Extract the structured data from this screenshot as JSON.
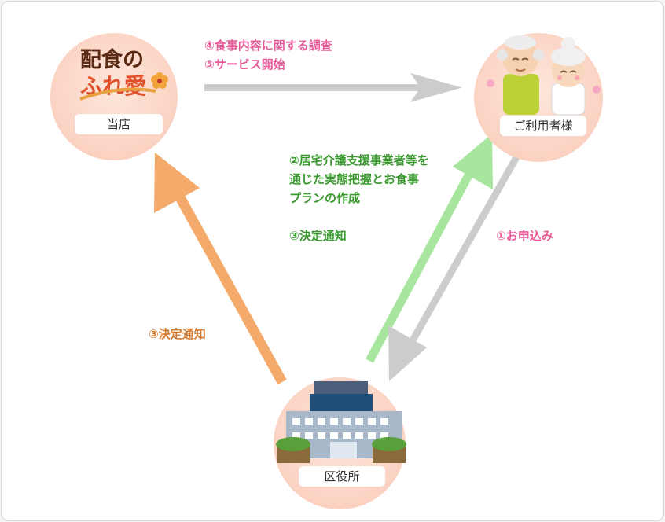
{
  "nodes": {
    "shop": {
      "label": "当店",
      "logo_line1": "配食の",
      "logo_line2": "ふれ愛"
    },
    "user": {
      "label": "ご利用者様"
    },
    "office": {
      "label": "区役所"
    }
  },
  "notes": {
    "survey": "④食事内容に関する調査",
    "start": "⑤サービス開始",
    "plan_line1": "②居宅介護支援事業者等を",
    "plan_line2": "通じた実態把握とお食事",
    "plan_line3": "プランの作成",
    "decision_to_user": "③決定通知",
    "application": "①お申込み",
    "decision_to_shop": "③決定通知"
  },
  "colors": {
    "pink": "#e75c99",
    "green": "#3a9a2f",
    "orange": "#d5792f",
    "gray_arrow": "#cccccc",
    "green_arrow": "#a8e6a0",
    "orange_arrow": "#f4aa6a",
    "circle": "#fbd2c2"
  },
  "icons": [
    "old-couple-illustration",
    "city-hall-building-icon",
    "plum-flower-icon"
  ]
}
